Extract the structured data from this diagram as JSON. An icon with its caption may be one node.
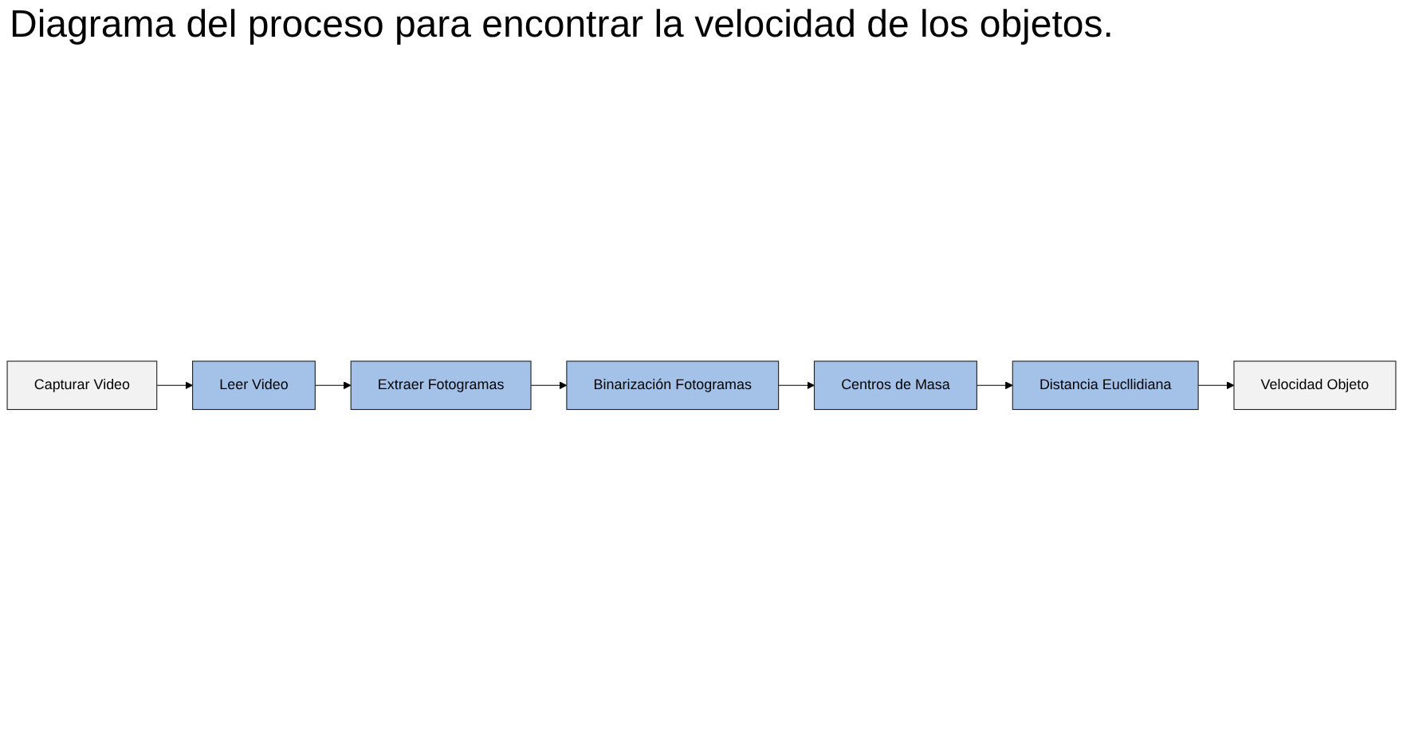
{
  "diagram": {
    "title": "Diagrama del proceso para encontrar la velocidad de los objetos.",
    "nodes": [
      {
        "text": [
          "Capturar Video"
        ]
      },
      {
        "text": [
          "Leer Video"
        ]
      },
      {
        "text": [
          "Extraer Fotogramas"
        ]
      },
      {
        "text": [
          "Binarización Fotogramas"
        ]
      },
      {
        "text": [
          "Centros de Masa"
        ]
      },
      {
        "text": [
          "Distancia Eucllidiana"
        ]
      },
      {
        "text": [
          "Velocidad Objeto"
        ]
      }
    ],
    "edges": [
      {
        "from": 0,
        "to": 1,
        "arrow": "to"
      },
      {
        "from": 1,
        "to": 2,
        "arrow": "to"
      },
      {
        "from": 2,
        "to": 3,
        "arrow": "to"
      },
      {
        "from": 3,
        "to": 4,
        "arrow": "to"
      },
      {
        "from": 4,
        "to": 5,
        "arrow": "to"
      },
      {
        "from": 5,
        "to": 6,
        "arrow": "to"
      }
    ]
  }
}
